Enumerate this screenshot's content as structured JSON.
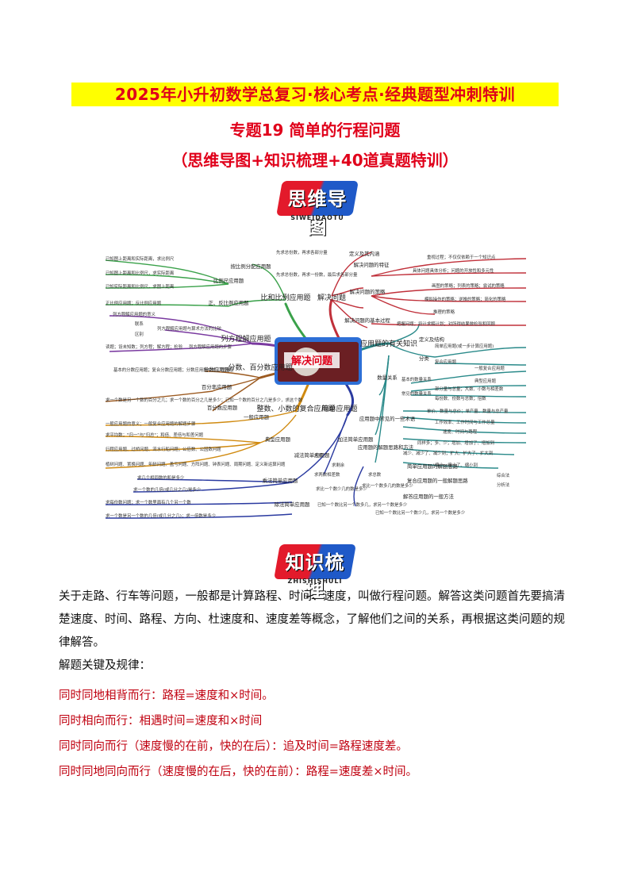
{
  "header": {
    "title": "2025年小升初数学总复习·核心考点·经典题型冲刺特训",
    "subtitle": "专题19 简单的行程问题",
    "tagline": "（思维导图+知识梳理+40道真题特训）"
  },
  "badges": {
    "mindmap_label": "思维导图",
    "mindmap_pinyin": "SIWEIDAOTU",
    "knowledge_label": "知识梳理",
    "knowledge_pinyin": "ZHISHISHULI"
  },
  "mindmap": {
    "center": "解决问题",
    "nodes": [
      "比和比例应用题",
      "列方程解应用题",
      "分数、百分数应用题",
      "整数、小数的复合应用题",
      "简单应用题",
      "应用题的有关知识",
      "解决问题",
      "按比例分配应用题",
      "正、反比例应用题",
      "比例尺应用题",
      "解决问题的特征",
      "解决问题的策略",
      "解决问题的基本过程",
      "数量关系",
      "应用题中常见的一些术语",
      "应用题的解题思路和方法",
      "加法简单应用题",
      "减法简单应用题",
      "乘法简单应用题",
      "除法简单应用题",
      "百分率应用题",
      "百分数应用题",
      "一般应用题",
      "典型应用题",
      "分数应用题",
      "定义及其内涵",
      "分类",
      "定义及结构",
      "简单应用题的解题思路",
      "复合应用题的一般解题思路",
      "解答应用题的一般方法",
      "重视过程；不仅仅依赖于一个知识点",
      "具体问题具体分析；问题的开放性和多元性",
      "画图的策略；列表的策略；尝试的策略",
      "模拟操作的策略；逆推的策略；简化的策略",
      "推理的策略",
      "把握问题；设计求解计划；对所得结果做检验和回顾",
      "已知图上距离和实际距离，求比例尺",
      "已知图上距离和比例尺，求实际距离",
      "已知实际距离和比例尺，求图上距离",
      "正比例应用题；反比例应用题",
      "列方程解应用题的意义",
      "联系",
      "区别",
      "列方程解应用题与算术方法的比较",
      "读题；设未知数；列方程；解方程；检验",
      "列方程解应用题的步骤",
      "基本的分数应用题；复合分数应用题；分数应用题中的工程问题",
      "求一个数是另一个数的百分之几；求一个数的百分之几是多少；已知一个数的百分之几是多少，求这个数",
      "一般应用题的意义；一般复合应用题的解题步骤",
      "求平均数；\"归一\"与\"归总\"；和倍、差倍与和差问题",
      "行程应用题、过桥问题、流水行船问题；公倍数、公因数问题",
      "植树问题、置换问题、年龄问题、盈亏问题、方阵问题、钟表问题、周期问题、定义新运算问题",
      "求几个相同数的和是多少",
      "求一个数的几倍(或几分之几)是多少",
      "求每份数问题；求一个数里面有几个另一个数",
      "求一个数是另一个数的几倍(或几分之几)；求一倍数是多少",
      "简单应用题(或一步计算应用题)",
      "复合应用题",
      "一般复合应用题",
      "典型应用题",
      "基本的数量关系",
      "常见的数量关系",
      "部分量与总量；大数、小数与相差数",
      "每份数、份数与总数；倍数",
      "单价、数量与总价；单产量、数量与总产量",
      "工作效率、工作时间与工作总量",
      "速度、时间与路程",
      "同样多；多、少；增加、增加了、增加到",
      "减少、减少了、减少到；扩大、扩大了、扩大到",
      "缩小、缩小了、缩小到",
      "综合法",
      "分析法",
      "求和",
      "求剩余",
      "求两数相差数",
      "求总数",
      "求比一个数多几的数是多少",
      "求比一个数少几的数是多少",
      "已知一个数比另一个数多几，求另一个数是多少",
      "已知一个数比另一个数少几，求另一个数是多少",
      "先求总份数，再求各部分量",
      "先求总份数，再求一份数，最后求各部分量"
    ]
  },
  "content": {
    "intro": "关于走路、行车等问题，一般都是计算路程、时间、速度，叫做行程问题。解答这类问题首先要搞清楚速度、时间、路程、方向、杜速度和、速度差等概念，了解他们之间的关系，再根据这类问题的规律解答。",
    "rules_heading": "解题关键及规律：",
    "rules": [
      "同时同地相背而行：路程=速度和×时间。",
      "同时相向而行：相遇时间=速度和×时间",
      "同时同向而行（速度慢的在前，快的在后）：追及时间=路程速度差。",
      "同时同地同向而行（速度慢的在后，快的在前）：路程=速度差×时间。"
    ]
  },
  "colors": {
    "title_red": "#e0001a",
    "title_highlight": "#ffff00",
    "rule_red": "#c0000f",
    "badge_red": "#e31a2b",
    "badge_blue": "#1f59c8"
  }
}
